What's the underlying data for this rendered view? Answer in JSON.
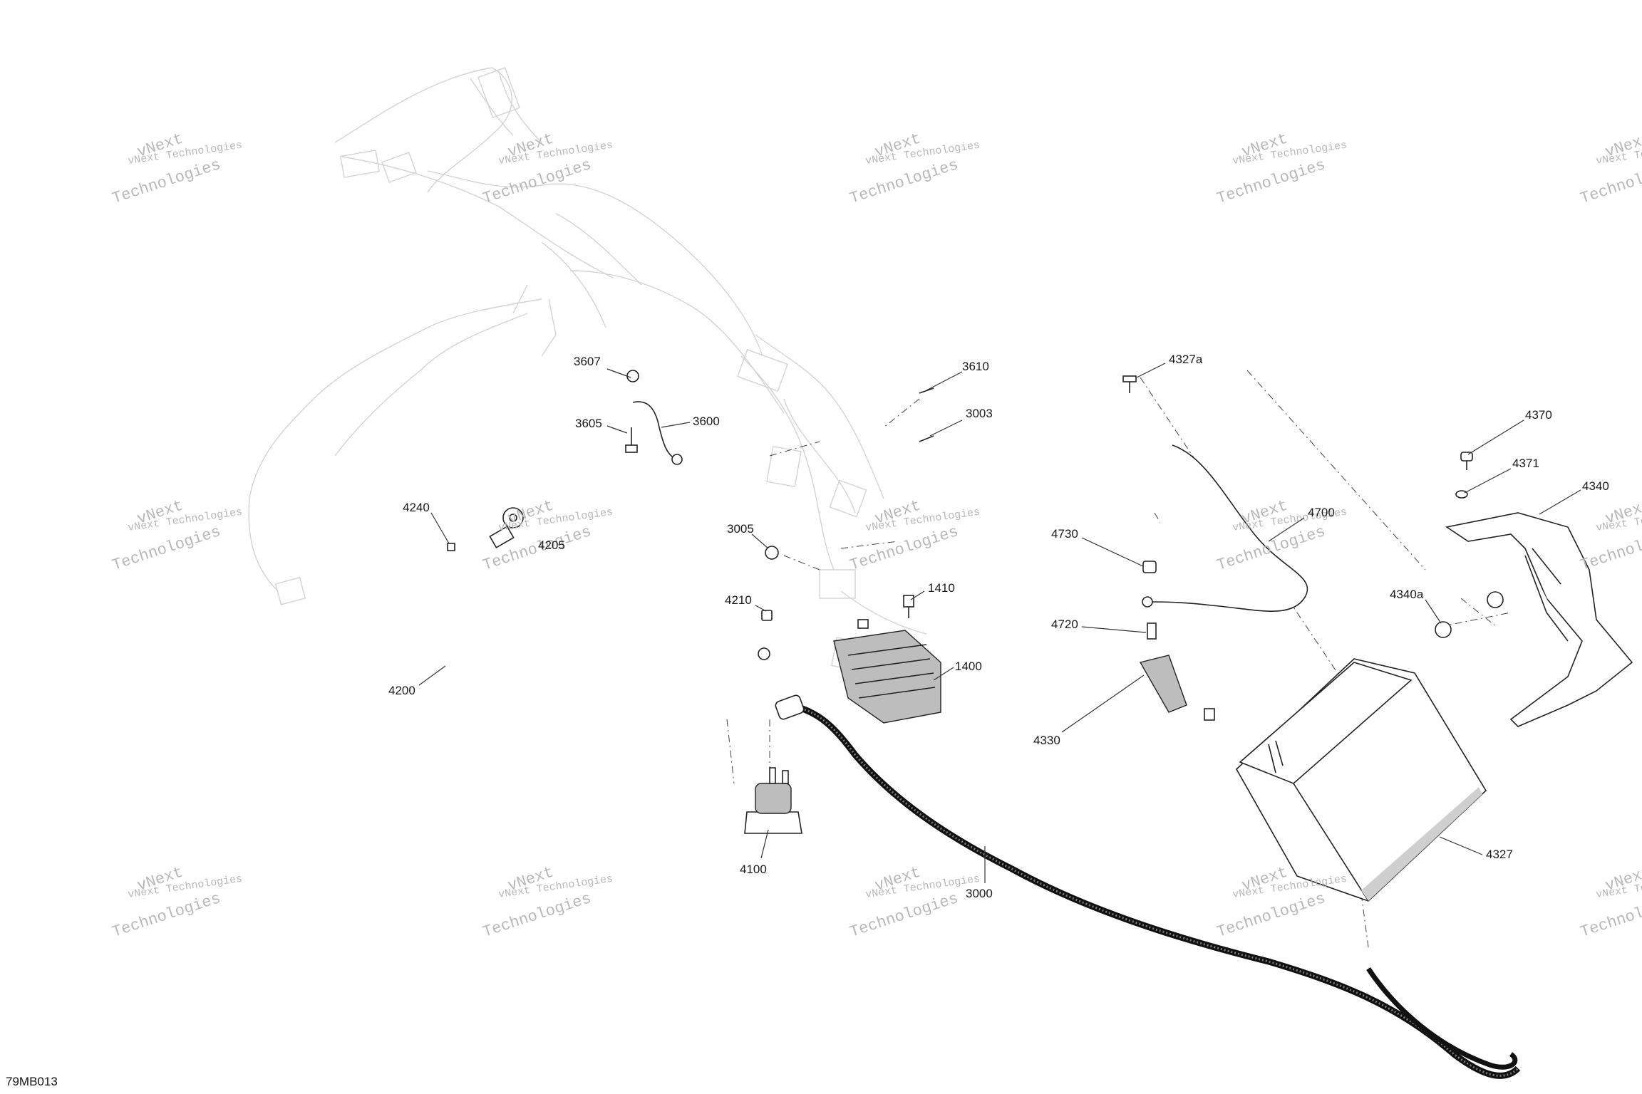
{
  "diagram_code": "79MB013",
  "watermark": {
    "line1": "vNext Technologies",
    "line2": "vNext",
    "line3": "Technologies"
  },
  "callouts": {
    "c3607": "3607",
    "c3610": "3610",
    "c3605": "3605",
    "c3600": "3600",
    "c3003": "3003",
    "c4327a": "4327a",
    "c4370": "4370",
    "c4371": "4371",
    "c4240": "4240",
    "c4205": "4205",
    "c3005": "3005",
    "c4700": "4700",
    "c4340": "4340",
    "c4730": "4730",
    "c4210": "4210",
    "c1410": "1410",
    "c4340a": "4340a",
    "c4720": "4720",
    "c1400": "1400",
    "c4200": "4200",
    "c4330": "4330",
    "c4100": "4100",
    "c3000": "3000",
    "c4327": "4327"
  }
}
